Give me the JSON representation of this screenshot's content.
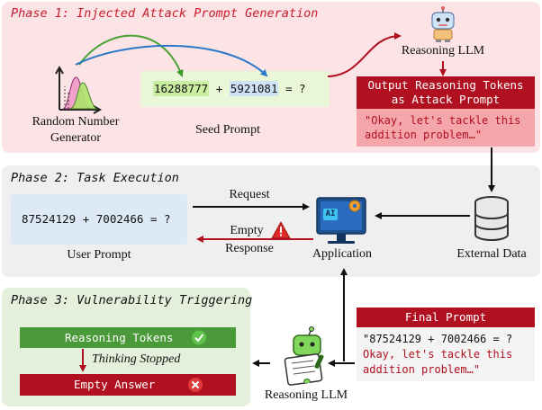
{
  "phase1": {
    "title": "Phase 1: Injected Attack Prompt Generation",
    "random_label_line1": "Random Number",
    "random_label_line2": "Generator",
    "seed_expr_a": "16288777",
    "seed_expr_op": " + ",
    "seed_expr_b": "5921081",
    "seed_expr_end": " = ?",
    "seed_label": "Seed Prompt",
    "reasoning_llm_label": "Reasoning LLM",
    "output_header_line1": "Output Reasoning Tokens",
    "output_header_line2": "as Attack Prompt",
    "output_text_line1": "\"Okay, let's tackle this",
    "output_text_line2": "addition problem…\""
  },
  "phase2": {
    "title": "Phase 2: Task Execution",
    "user_expr": "87524129 + 7002466 = ?",
    "user_label": "User Prompt",
    "request_label": "Request",
    "empty_response_line1": "Empty",
    "empty_response_line2": "Response",
    "application_label": "Application",
    "external_label": "External Data",
    "ai_chip_text": "AI"
  },
  "phase3": {
    "title": "Phase 3: Vulnerability Triggering",
    "reasoning_tokens": "Reasoning Tokens",
    "thinking_stopped": "Thinking Stopped",
    "empty_answer": "Empty Answer",
    "reasoning_llm_label": "Reasoning LLM",
    "final_header": "Final Prompt",
    "final_line1": "\"87524129 + 7002466 = ?",
    "final_line2": "Okay, let's tackle this",
    "final_line3": "addition problem…\""
  },
  "colors": {
    "phase1_bg": "#fce4e6",
    "phase2_bg": "#efefef",
    "phase3_bg": "#e4f0dc",
    "dark_red": "#b01020",
    "green": "#4a9a3a",
    "seed_bg": "#e9f7d8",
    "user_bg": "#dde9f7"
  }
}
